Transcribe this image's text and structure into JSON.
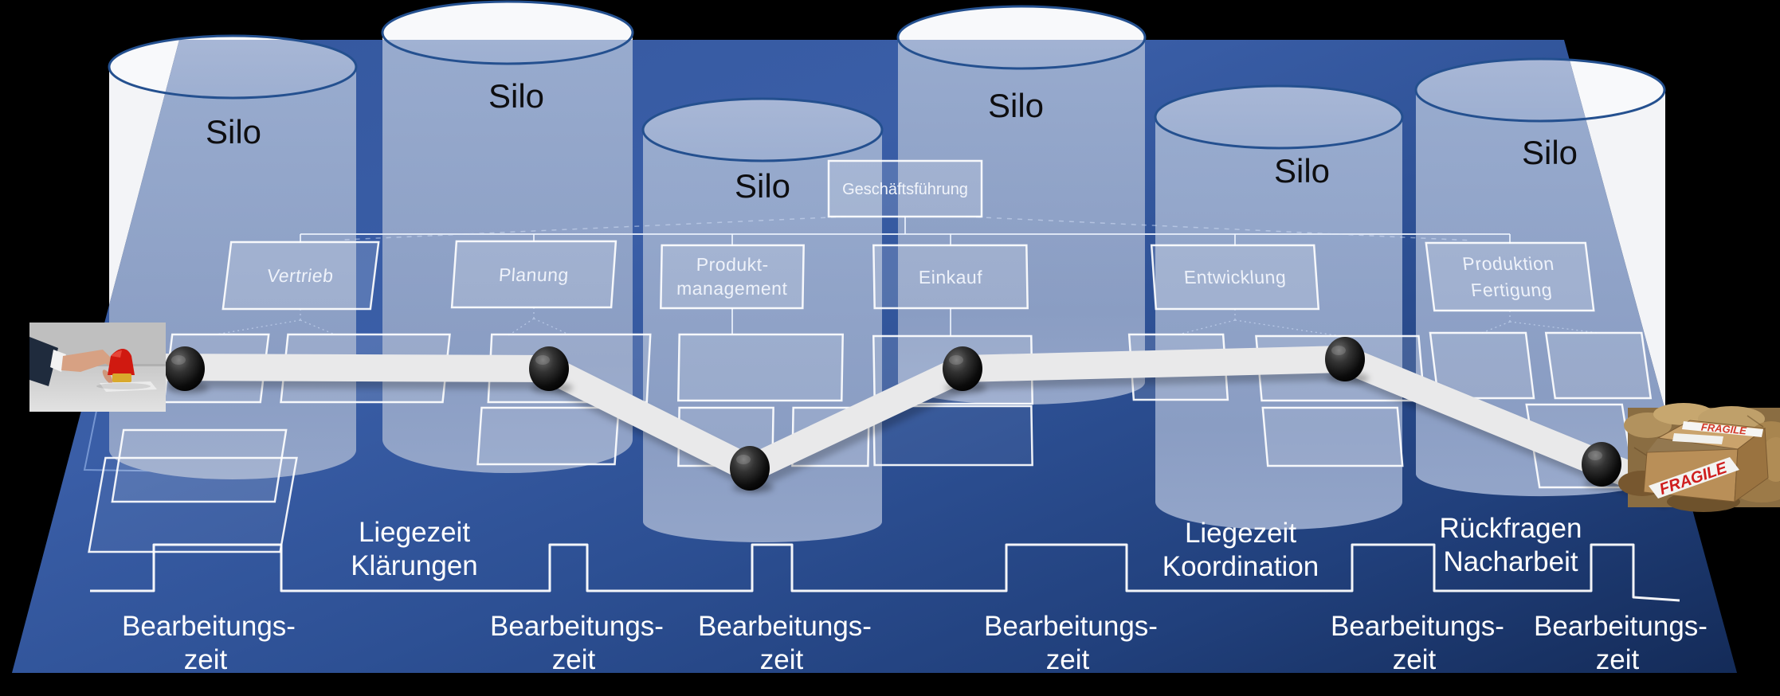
{
  "silos": [
    {
      "label": "Silo"
    },
    {
      "label": "Silo"
    },
    {
      "label": "Silo"
    },
    {
      "label": "Silo"
    },
    {
      "label": "Silo"
    },
    {
      "label": "Silo"
    }
  ],
  "org_chart": {
    "management_label": "Geschäftsführung",
    "departments": [
      {
        "line1": "Vertrieb",
        "line2": ""
      },
      {
        "line1": "Planung",
        "line2": ""
      },
      {
        "line1": "Produkt-",
        "line2": "management"
      },
      {
        "line1": "Einkauf",
        "line2": ""
      },
      {
        "line1": "Entwicklung",
        "line2": ""
      },
      {
        "line1": "Produktion",
        "line2": "Fertigung"
      }
    ]
  },
  "timeline": {
    "processing_labels": [
      {
        "line1": "Bearbeitungs-",
        "line2": "zeit"
      },
      {
        "line1": "Bearbeitungs-",
        "line2": "zeit"
      },
      {
        "line1": "Bearbeitungs-",
        "line2": "zeit"
      },
      {
        "line1": "Bearbeitungs-",
        "line2": "zeit"
      },
      {
        "line1": "Bearbeitungs-",
        "line2": "zeit"
      },
      {
        "line1": "Bearbeitungs-",
        "line2": "zeit"
      }
    ],
    "wait_labels": [
      {
        "line1": "Liegezeit",
        "line2": "Klärungen"
      },
      {
        "line1": "Liegezeit",
        "line2": "Koordination"
      },
      {
        "line1": "Rückfragen",
        "line2": "Nacharbeit"
      }
    ]
  },
  "photos": {
    "left": {
      "name": "emergency-stop-button-photo"
    },
    "right": {
      "name": "fragile-package-photo",
      "fragile_text": "FRAGILE"
    }
  },
  "colors": {
    "floor_blue": "#2e5094",
    "silo_fill": "#8fa3c8",
    "silo_outline": "#24508f",
    "ribbon_gray": "#e9e9ea",
    "step_line": "#ffffff"
  }
}
